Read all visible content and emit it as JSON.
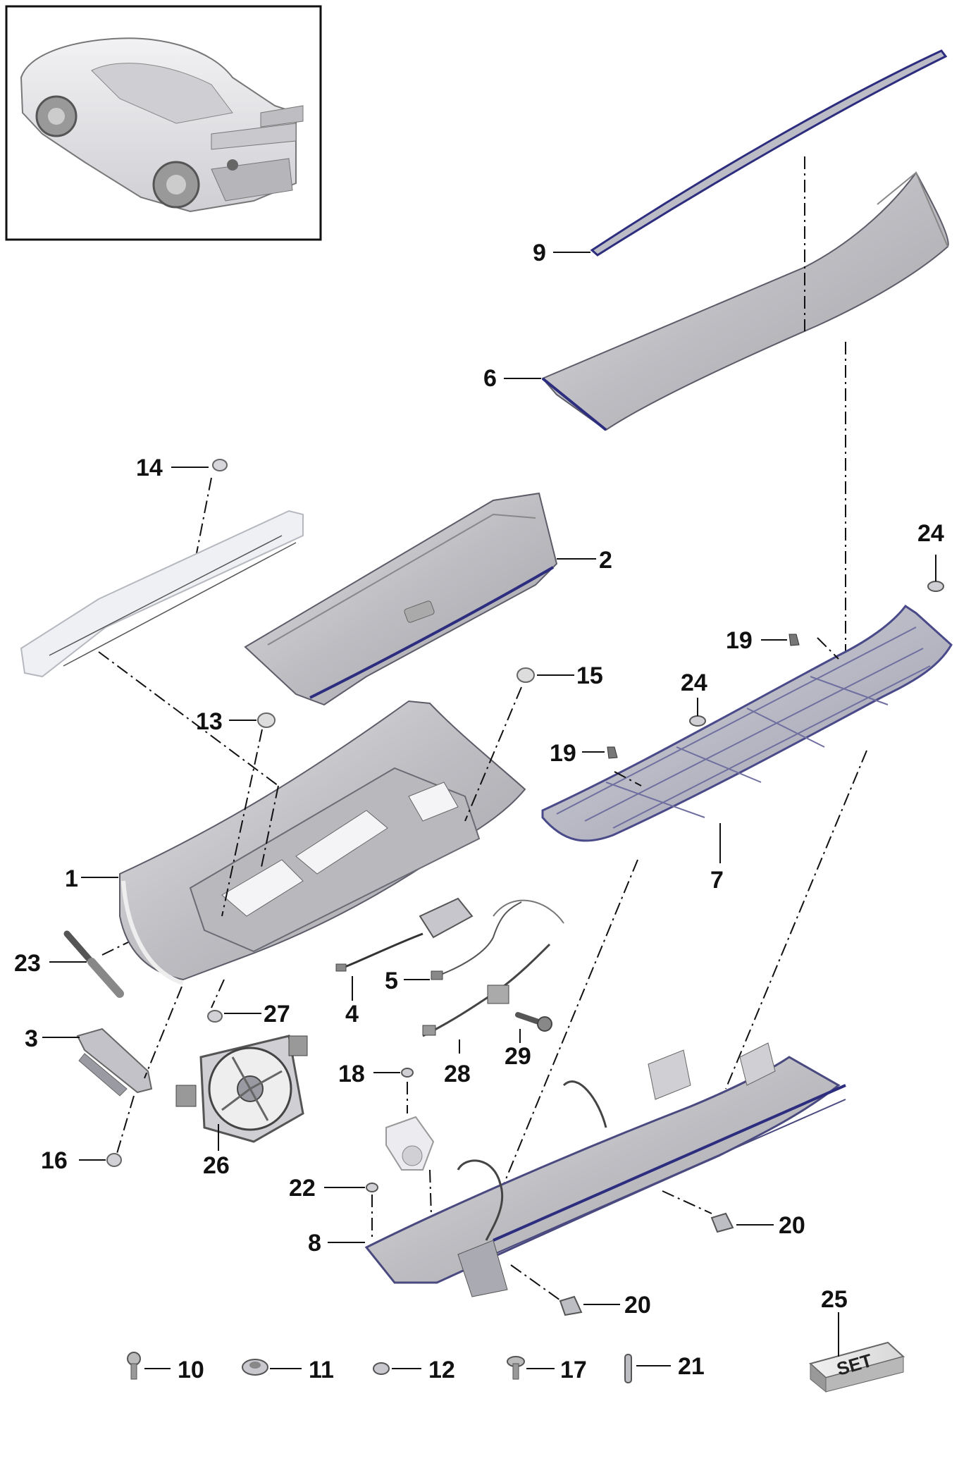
{
  "diagram": {
    "inset_image": "car-rear-three-quarter-view",
    "set_box_label": "SET",
    "callouts": [
      {
        "id": "c1",
        "label": "1"
      },
      {
        "id": "c2",
        "label": "2"
      },
      {
        "id": "c3",
        "label": "3"
      },
      {
        "id": "c4",
        "label": "4"
      },
      {
        "id": "c5",
        "label": "5"
      },
      {
        "id": "c6",
        "label": "6"
      },
      {
        "id": "c7",
        "label": "7"
      },
      {
        "id": "c8",
        "label": "8"
      },
      {
        "id": "c9",
        "label": "9"
      },
      {
        "id": "c10",
        "label": "10"
      },
      {
        "id": "c11",
        "label": "11"
      },
      {
        "id": "c12",
        "label": "12"
      },
      {
        "id": "c13",
        "label": "13"
      },
      {
        "id": "c14",
        "label": "14"
      },
      {
        "id": "c15",
        "label": "15"
      },
      {
        "id": "c16",
        "label": "16"
      },
      {
        "id": "c17",
        "label": "17"
      },
      {
        "id": "c18",
        "label": "18"
      },
      {
        "id": "c19a",
        "label": "19"
      },
      {
        "id": "c19b",
        "label": "19"
      },
      {
        "id": "c20a",
        "label": "20"
      },
      {
        "id": "c20b",
        "label": "20"
      },
      {
        "id": "c21",
        "label": "21"
      },
      {
        "id": "c22",
        "label": "22"
      },
      {
        "id": "c23",
        "label": "23"
      },
      {
        "id": "c24a",
        "label": "24"
      },
      {
        "id": "c24b",
        "label": "24"
      },
      {
        "id": "c25",
        "label": "25"
      },
      {
        "id": "c26",
        "label": "26"
      },
      {
        "id": "c27",
        "label": "27"
      },
      {
        "id": "c28",
        "label": "28"
      },
      {
        "id": "c29",
        "label": "29"
      }
    ]
  }
}
